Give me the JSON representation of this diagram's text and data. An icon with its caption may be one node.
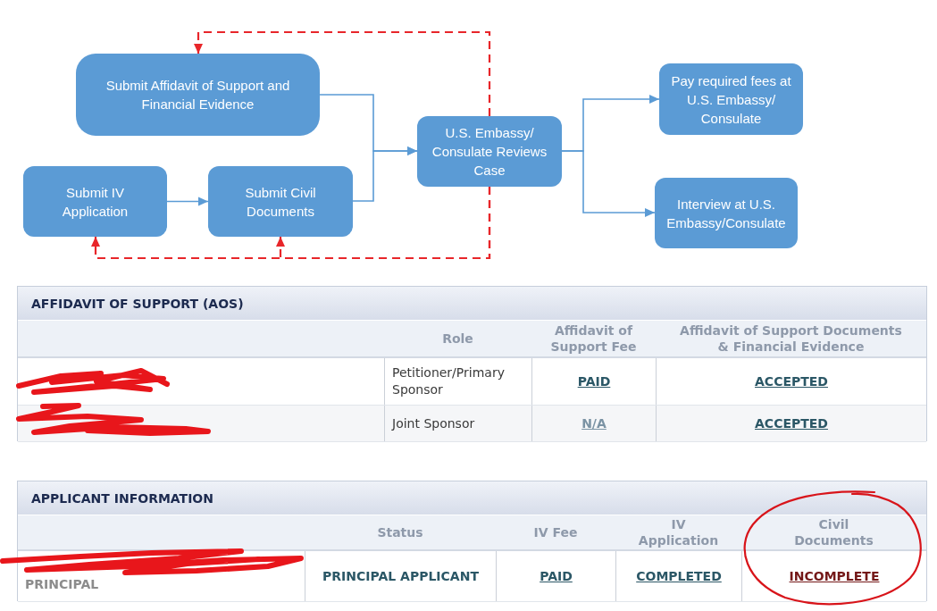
{
  "diagram": {
    "nodes": [
      {
        "text": [
          "Submit Affidavit of Support and Financial Evidence"
        ]
      },
      {
        "text": [
          "Submit IV Application"
        ]
      },
      {
        "text": [
          "Submit Civil Documents"
        ]
      },
      {
        "text": [
          "U.S. Embassy/ Consulate Reviews Case"
        ]
      },
      {
        "text": [
          "Pay required fees at U.S. Embassy/ Consulate"
        ]
      },
      {
        "text": [
          "Interview at U.S. Embassy/Consulate"
        ]
      }
    ],
    "edges": [
      {
        "from": 1,
        "to": 2,
        "arrow": "to"
      },
      {
        "from": 0,
        "to": 3,
        "arrow": "to"
      },
      {
        "from": 2,
        "to": 3,
        "arrow": "to"
      },
      {
        "from": 3,
        "to": 4,
        "arrow": "to"
      },
      {
        "from": 3,
        "to": 5,
        "arrow": "to"
      },
      {
        "from": 3,
        "to": 0,
        "arrow": "to",
        "style": "dashed",
        "color": "#e8262a"
      },
      {
        "from": 3,
        "to": 1,
        "arrow": "to",
        "style": "dashed",
        "color": "#e8262a"
      },
      {
        "from": 3,
        "to": 2,
        "arrow": "to",
        "style": "dashed",
        "color": "#e8262a"
      }
    ],
    "labels": [
      "AFFIDAVIT OF SUPPORT (AOS)",
      "Role",
      "Affidavit of Support Fee",
      "Affidavit of Support Documents & Financial Evidence",
      "Petitioner/Primary Sponsor",
      "PAID",
      "ACCEPTED",
      "Joint Sponsor",
      "N/A",
      "ACCEPTED",
      "APPLICANT INFORMATION",
      "Status",
      "IV Fee",
      "IV Application",
      "Civil Documents",
      "PRINCIPAL",
      "PRINCIPAL APPLICANT",
      "PAID",
      "COMPLETED",
      "INCOMPLETE"
    ]
  }
}
